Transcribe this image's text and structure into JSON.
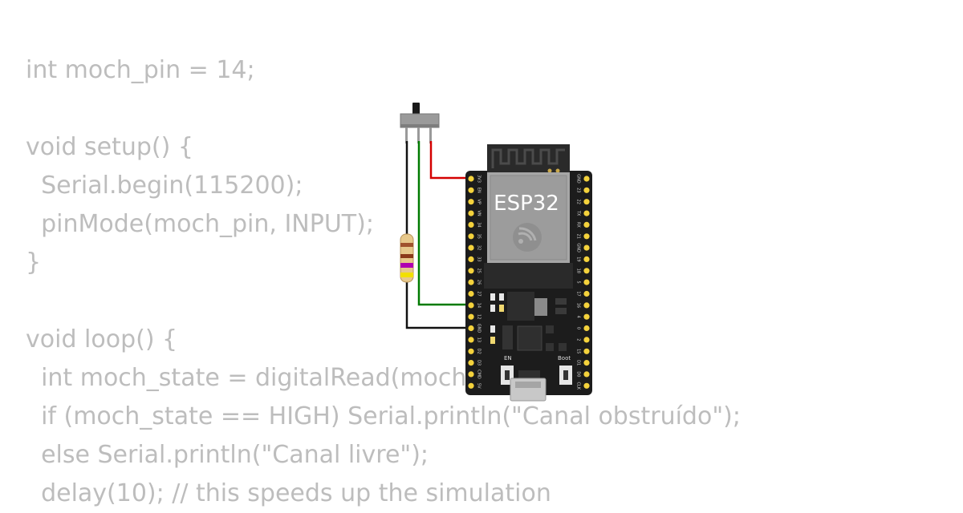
{
  "code": {
    "lines": [
      "int moch_pin = 14;",
      "",
      "void setup() {",
      "  Serial.begin(115200);",
      "  pinMode(moch_pin, INPUT);",
      "}",
      "",
      "void loop() {",
      "  int moch_state = digitalRead(moch_pin);",
      "  if (moch_state == HIGH) Serial.println(\"Canal obstruído\");",
      "  else Serial.println(\"Canal livre\");",
      "  delay(10); // this speeds up the simulation"
    ]
  },
  "board": {
    "label": "ESP32",
    "left_pins": [
      "3V3",
      "EN",
      "VP",
      "VN",
      "34",
      "35",
      "32",
      "33",
      "25",
      "26",
      "27",
      "14",
      "12",
      "GND",
      "13",
      "D2",
      "D3",
      "CMD",
      "5V"
    ],
    "right_pins": [
      "GND",
      "23",
      "22",
      "TX",
      "RX",
      "21",
      "GND",
      "19",
      "18",
      "5",
      "17",
      "16",
      "4",
      "0",
      "2",
      "15",
      "D1",
      "D0",
      "CLK"
    ],
    "en_label": "EN",
    "boot_label": "Boot"
  },
  "colors": {
    "board": "#1c1c1c",
    "pin": "#f4d23c",
    "wire_red": "#d40000",
    "wire_green": "#007a00",
    "wire_black": "#111111",
    "code_text": "#bdbdbd"
  }
}
